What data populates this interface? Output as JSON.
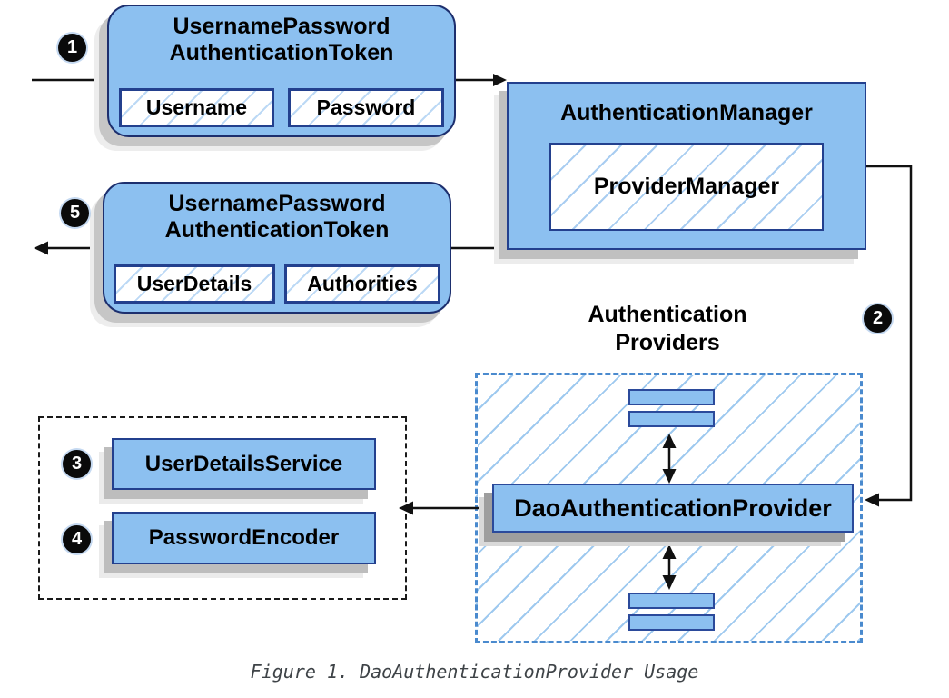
{
  "colors": {
    "box_fill": "#8cc0f0",
    "box_border": "#1d2f6e",
    "inner_border": "#23408e",
    "hatch_line": "#9ec9ef",
    "dashed_blue_border": "#4a8ace",
    "dashed_black_border": "#1a1a1a",
    "arrow": "#111111",
    "badge_bg": "#0a0a0a",
    "badge_text": "#ffffff"
  },
  "badges": {
    "step1": "1",
    "step2": "2",
    "step3": "3",
    "step4": "4",
    "step5": "5"
  },
  "nodes": {
    "request_token": {
      "title1": "UsernamePassword",
      "title2": "AuthenticationToken",
      "field1": "Username",
      "field2": "Password"
    },
    "authentication_manager": {
      "title": "AuthenticationManager",
      "inner": "ProviderManager"
    },
    "result_token": {
      "title1": "UsernamePassword",
      "title2": "AuthenticationToken",
      "field1": "UserDetails",
      "field2": "Authorities"
    },
    "providers": {
      "title1": "Authentication",
      "title2": "Providers",
      "main": "DaoAuthenticationProvider"
    },
    "dependencies": {
      "item1": "UserDetailsService",
      "item2": "PasswordEncoder"
    }
  },
  "caption": "Figure 1. DaoAuthenticationProvider Usage"
}
